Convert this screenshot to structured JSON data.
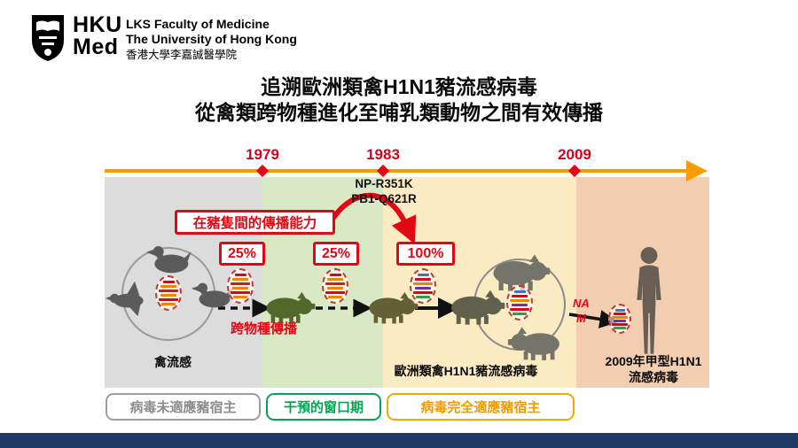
{
  "logo": {
    "acronym_line1": "HKU",
    "acronym_line2": "Med",
    "faculty_line1": "LKS Faculty of Medicine",
    "faculty_line2": "The University of Hong Kong",
    "faculty_line3": "香港大學李嘉誠醫學院"
  },
  "title": {
    "line1": "追溯歐洲類禽H1N1豬流感病毒",
    "line2": "從禽類跨物種進化至哺乳類動物之間有效傳播"
  },
  "timeline": {
    "years": [
      "1979",
      "1983",
      "2009"
    ]
  },
  "annotations": {
    "mutation_line1": "NP-R351K",
    "mutation_line2": "PB1-Q621R",
    "pig_transmission_label": "在豬隻間的傳播能力",
    "pct_1": "25%",
    "pct_2": "25%",
    "pct_3": "100%",
    "cross_species": "跨物種傳播",
    "avian_flu": "禽流感",
    "european_swine_virus": "歐洲類禽H1N1豬流感病毒",
    "gene_na": "NA",
    "gene_m": "M",
    "human_virus_line1": "2009年甲型H1N1",
    "human_virus_line2": "流感病毒"
  },
  "legend": {
    "items": [
      {
        "label": "病毒未適應豬宿主",
        "color": "#8C8C8C"
      },
      {
        "label": "干預的窗口期",
        "color": "#00A651"
      },
      {
        "label": "病毒完全適應豬宿主",
        "color": "#F09B00"
      }
    ]
  },
  "colors": {
    "accent_red": "#E30613",
    "timeline_orange": "#F59C00",
    "zone_gray": "#DCDCDC",
    "zone_green": "#D9E8C5",
    "zone_yellow": "#FBEBC2",
    "zone_orange": "#F2CDB0",
    "footer_navy": "#203864"
  },
  "virus_segments": {
    "avian": [
      "#E2001A",
      "#F08300",
      "#C81E1E",
      "#F08300",
      "#E2001A",
      "#F08300"
    ],
    "reassorted": [
      "#4472C4",
      "#E2001A",
      "#F08300",
      "#7030A0",
      "#E2001A",
      "#2E9E49"
    ]
  }
}
